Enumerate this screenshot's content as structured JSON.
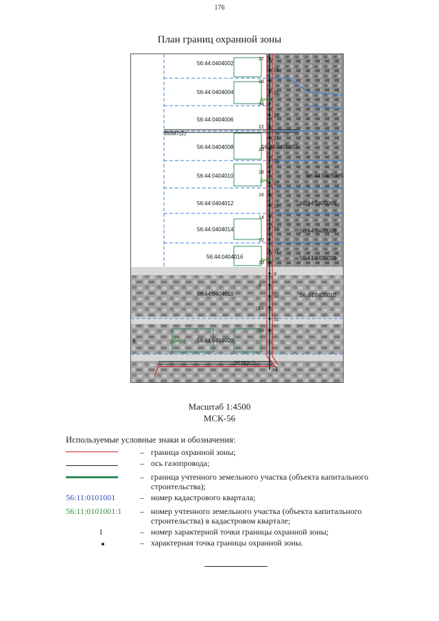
{
  "page_number": "176",
  "title": "План границ охранной зоны",
  "map": {
    "quarter_labels_left": [
      "56:44:0404002",
      "56:44:0404004",
      "56:44:0404006",
      "56:44:0404008",
      "56:44:0404010",
      "56:44:0404012",
      "56:44:0404014",
      "56:44:0404016",
      "56:44:0404018",
      "56:44:0404020"
    ],
    "quarter_labels_right": [
      "56:44:0405003",
      "56:44:0405005",
      "56:44:0405006",
      "56:44:0405008",
      "56:44:0405009",
      "56:44:0405010"
    ],
    "parcel_labels": [
      "35387(2)",
      "35353(2)"
    ],
    "parcel_codes": [
      "Диф:5",
      "Диф:5",
      "Диф:5",
      "Диф:5"
    ],
    "point_numbers": [
      "27",
      "28",
      "26",
      "25",
      "24",
      "23",
      "22",
      "21",
      "20",
      "19",
      "18",
      "17",
      "16",
      "15",
      "14",
      "13",
      "12",
      "11",
      "10",
      "9",
      "8",
      "50",
      "51",
      "52",
      "53",
      "9",
      "1"
    ],
    "colors": {
      "zone_boundary": "#cc2222",
      "gas_axis": "#222222",
      "parcel_boundary": "#2e8b57",
      "quarter_boundary": "#3a7fd5"
    }
  },
  "scale": {
    "scale_label": "Масштаб 1:4500",
    "crs_label": "МСК-56"
  },
  "legend": {
    "heading": "Используемые условные знаки и обозначения:",
    "dash": "–",
    "items": [
      {
        "symbol_type": "red-line",
        "text": "граница охранной зоны;"
      },
      {
        "symbol_type": "black-line",
        "text": "ось газопровода;"
      },
      {
        "symbol_type": "green-line",
        "text": "граница учтенного земельного участка (объекта капитального строительства);"
      },
      {
        "symbol_type": "blue-code",
        "code": "56:11:0101001",
        "text": "номер кадастрового квартала;"
      },
      {
        "symbol_type": "green-code",
        "code": "56:11:0101001:1",
        "text": "номер учтенного земельного участка (объекта капитального строительства) в кадастровом квартале;"
      },
      {
        "symbol_type": "number",
        "code": "1",
        "text": "номер характерной точки границы охранной зоны;"
      },
      {
        "symbol_type": "dot",
        "text": "характерная точка границы охранной зоны."
      }
    ],
    "code_colors": {
      "blue": "#2a4fb5",
      "green": "#2e8b3a"
    }
  }
}
